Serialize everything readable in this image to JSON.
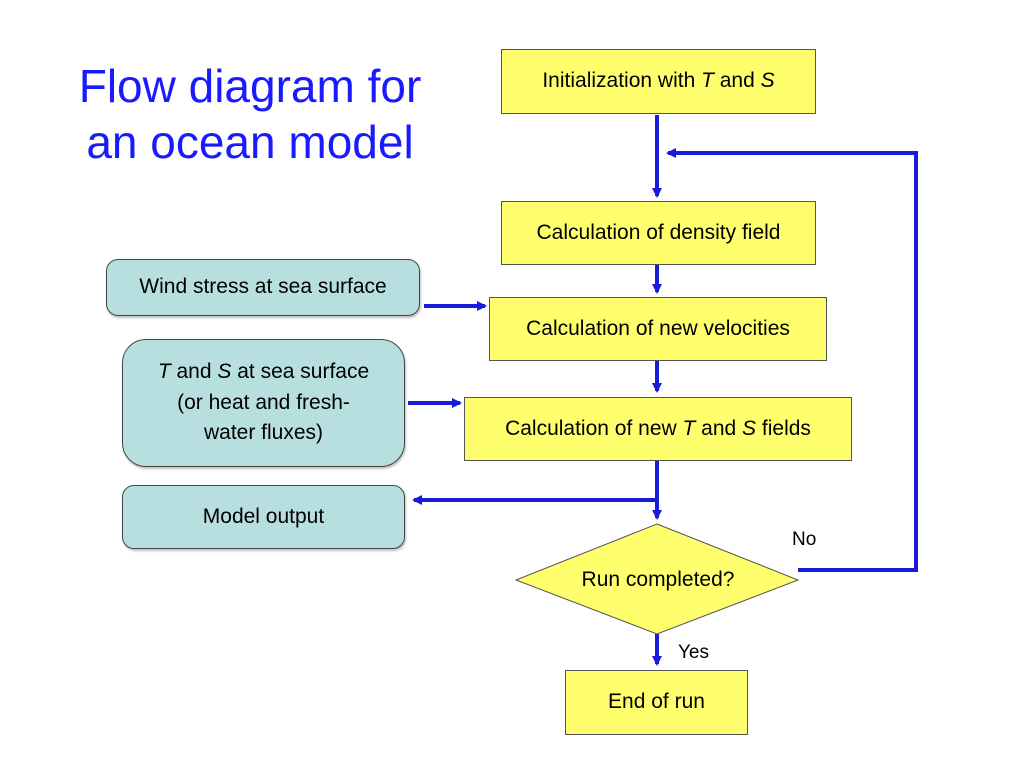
{
  "title": {
    "line1": "Flow diagram for",
    "line2": "an ocean model"
  },
  "nodes": {
    "init": {
      "prefix": "Initialization with ",
      "var1": "T",
      "mid": " and ",
      "var2": "S"
    },
    "density": {
      "label": "Calculation of density field"
    },
    "velocities": {
      "label": "Calculation of new velocities"
    },
    "ts_fields": {
      "prefix": "Calculation of new ",
      "var1": "T",
      "mid": " and ",
      "var2": "S",
      "suffix": " fields"
    },
    "decision": {
      "label": "Run completed?"
    },
    "end": {
      "label": "End of run"
    }
  },
  "inputs": {
    "wind": {
      "label": "Wind stress at sea surface"
    },
    "surface_ts": {
      "var1": "T",
      "mid": " and ",
      "var2": "S",
      "line1_suffix": " at sea surface",
      "line2": "(or heat and fresh-",
      "line3": "water fluxes)"
    },
    "output": {
      "label": "Model output"
    }
  },
  "edge_labels": {
    "no": "No",
    "yes": "Yes"
  },
  "colors": {
    "process_fill": "#ffff6e",
    "input_fill": "#b8dfe0",
    "arrow": "#1a1ad9",
    "title": "#1a1aff"
  }
}
